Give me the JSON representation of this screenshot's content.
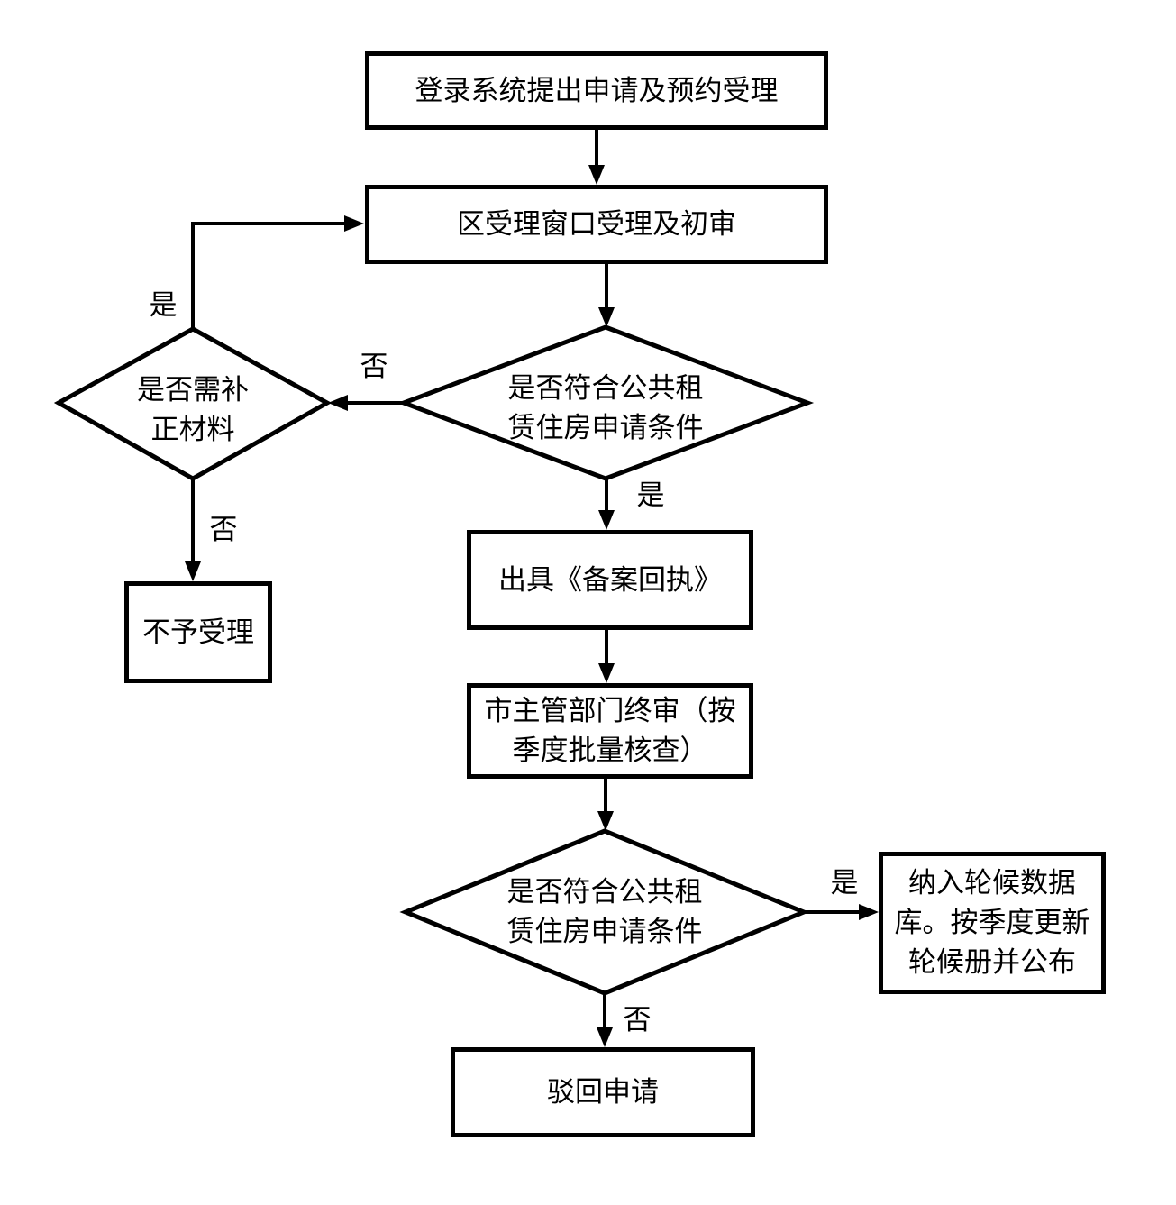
{
  "flowchart": {
    "nodes": {
      "login": {
        "text": "登录系统提出申请及预约受理"
      },
      "district": {
        "text": "区受理窗口受理及初审"
      },
      "check1": {
        "lines": [
          "是否符合公共租",
          "赁住房申请条件"
        ]
      },
      "supplement": {
        "lines": [
          "是否需补",
          "正材料"
        ]
      },
      "not_accepted": {
        "text": "不予受理"
      },
      "receipt": {
        "text": "出具《备案回执》"
      },
      "final_review": {
        "lines": [
          "市主管部门终审（按",
          "季度批量核查）"
        ]
      },
      "check2": {
        "lines": [
          "是否符合公共租",
          "赁住房申请条件"
        ]
      },
      "waiting_list": {
        "lines": [
          "纳入轮候数据",
          "库。按季度更新",
          "轮候册并公布"
        ]
      },
      "reject": {
        "text": "驳回申请"
      }
    },
    "edge_labels": {
      "supplement_yes": "是",
      "check1_no": "否",
      "supplement_no": "否",
      "check1_yes": "是",
      "check2_yes": "是",
      "check2_no": "否"
    },
    "colors": {
      "ink": "#000000",
      "background": "#ffffff"
    }
  }
}
